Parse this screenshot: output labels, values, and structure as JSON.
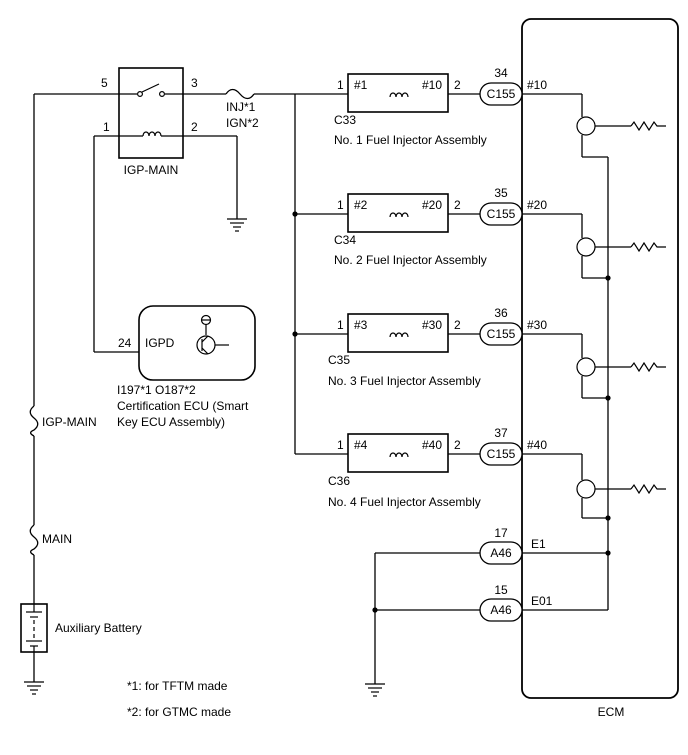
{
  "diagram": {
    "relay": {
      "name": "IGP-MAIN",
      "pin_5": "5",
      "pin_3": "3",
      "pin_1": "1",
      "pin_2": "2"
    },
    "inj_fuse": {
      "line1": "INJ*1",
      "line2": "IGN*2"
    },
    "cert_ecu": {
      "pin": "24",
      "terminal": "IGPD",
      "code": "I197*1 O187*2",
      "name_line1": "Certification ECU (Smart",
      "name_line2": "Key ECU Assembly)"
    },
    "left_fuses": {
      "igp_main": "IGP-MAIN",
      "main": "MAIN"
    },
    "battery": {
      "label": "Auxiliary Battery"
    },
    "injectors": [
      {
        "in_pin": "1",
        "in_label": "#1",
        "out_label": "#10",
        "out_pin": "2",
        "connector": "C33",
        "name": "No. 1 Fuel Injector Assembly",
        "ecm_pin": "34",
        "ecm_connector": "C155",
        "ecm_terminal": "#10"
      },
      {
        "in_pin": "1",
        "in_label": "#2",
        "out_label": "#20",
        "out_pin": "2",
        "connector": "C34",
        "name": "No. 2 Fuel Injector Assembly",
        "ecm_pin": "35",
        "ecm_connector": "C155",
        "ecm_terminal": "#20"
      },
      {
        "in_pin": "1",
        "in_label": "#3",
        "out_label": "#30",
        "out_pin": "2",
        "connector": "C35",
        "name": "No. 3 Fuel Injector Assembly",
        "ecm_pin": "36",
        "ecm_connector": "C155",
        "ecm_terminal": "#30"
      },
      {
        "in_pin": "1",
        "in_label": "#4",
        "out_label": "#40",
        "out_pin": "2",
        "connector": "C36",
        "name": "No. 4 Fuel Injector Assembly",
        "ecm_pin": "37",
        "ecm_connector": "C155",
        "ecm_terminal": "#40"
      }
    ],
    "ground_terminals": [
      {
        "pin": "17",
        "connector": "A46",
        "terminal": "E1"
      },
      {
        "pin": "15",
        "connector": "A46",
        "terminal": "E01"
      }
    ],
    "ecm": {
      "label": "ECM"
    },
    "notes": [
      "*1: for TFTM made",
      "*2: for GTMC made"
    ]
  }
}
